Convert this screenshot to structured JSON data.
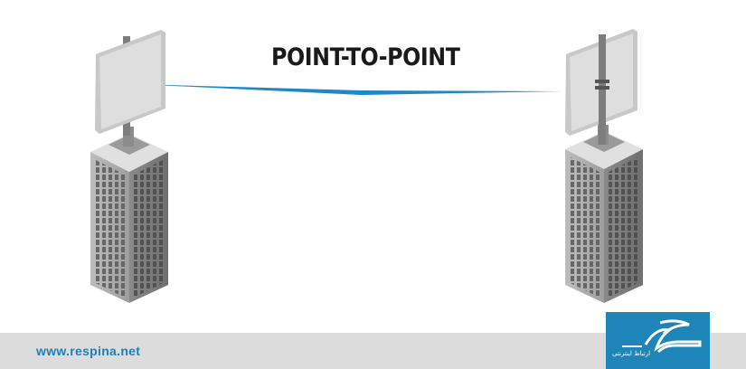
{
  "diagram": {
    "title": "POINT-TO-POINT",
    "nodes": [
      {
        "name": "left-building",
        "antenna": "flat panel antenna"
      },
      {
        "name": "right-building",
        "antenna": "flat panel antenna"
      }
    ],
    "link": {
      "from": "left-building",
      "to": "right-building",
      "color": "#1e88c8"
    }
  },
  "footer": {
    "url": "www.respina.net",
    "url_color": "#1f7fb5",
    "bar_color": "#dcdcdc"
  },
  "logo": {
    "background": "#1d85b8",
    "brand_text": "رسپینا",
    "tagline": "ارتباط اینترنتی"
  }
}
